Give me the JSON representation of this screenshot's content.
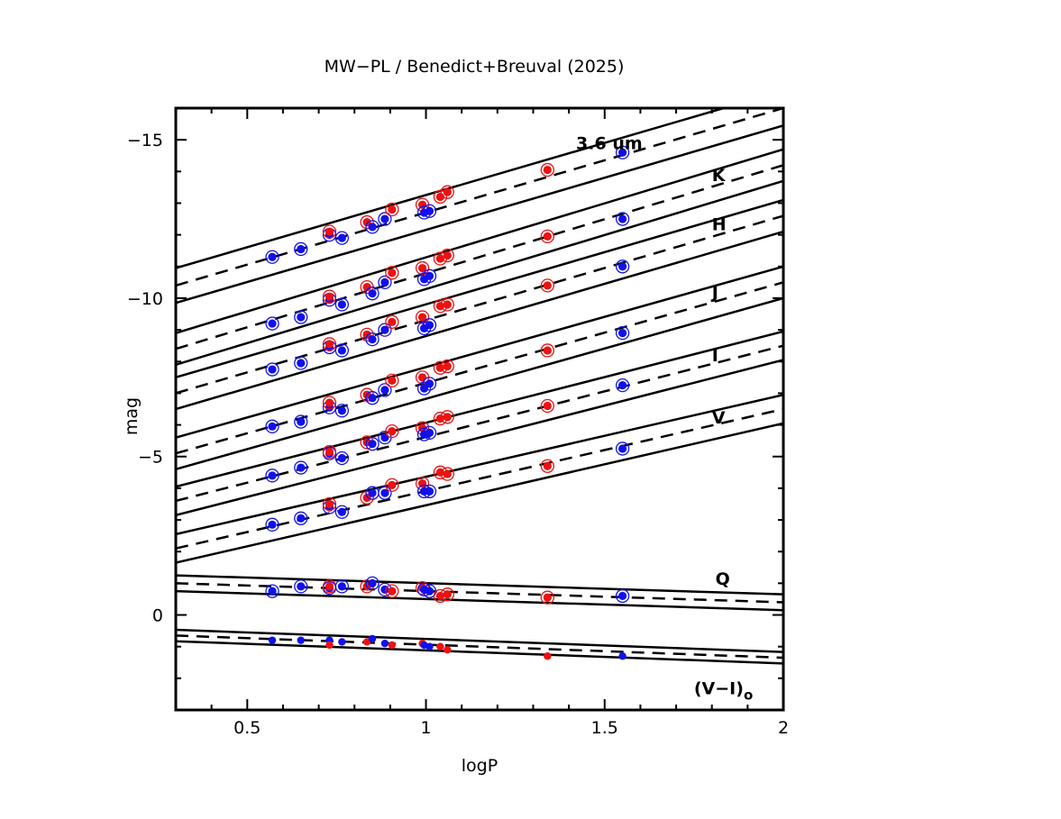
{
  "chart_data": {
    "type": "scatter",
    "title": "MW−PL / Benedict+Breuval (2025)",
    "xlabel": "logP",
    "ylabel": "mag",
    "xlim": [
      0.3,
      2.0
    ],
    "ylim": [
      3.0,
      -16.0
    ],
    "y_inverted": true,
    "x_ticks": [
      {
        "v": 0.5,
        "label": "0.5"
      },
      {
        "v": 1.0,
        "label": "1"
      },
      {
        "v": 1.5,
        "label": "1.5"
      },
      {
        "v": 2.0,
        "label": "2"
      }
    ],
    "y_ticks": [
      {
        "v": -15,
        "label": "−15"
      },
      {
        "v": -10,
        "label": "−10"
      },
      {
        "v": -5,
        "label": "−5"
      },
      {
        "v": 0,
        "label": "0"
      }
    ],
    "x_minor_step": 0.1,
    "y_minor_step": 1,
    "colors": {
      "red_points": "#ee1111",
      "blue_points": "#1111ee",
      "lines": "#000000"
    },
    "relations": [
      {
        "label": "3.6 um",
        "fit": [
          [
            0.3,
            -10.4
          ],
          [
            2.0,
            -16.0
          ]
        ],
        "band": 0.55
      },
      {
        "label": "K",
        "fit": [
          [
            0.3,
            -8.4
          ],
          [
            2.0,
            -14.2
          ]
        ],
        "band": 0.5
      },
      {
        "label": "H",
        "fit": [
          [
            0.3,
            -7.0
          ],
          [
            2.0,
            -12.6
          ]
        ],
        "band": 0.5
      },
      {
        "label": "J",
        "fit": [
          [
            0.3,
            -5.1
          ],
          [
            2.0,
            -10.5
          ]
        ],
        "band": 0.5
      },
      {
        "label": "I",
        "fit": [
          [
            0.3,
            -3.6
          ],
          [
            2.0,
            -8.5
          ]
        ],
        "band": 0.45
      },
      {
        "label": "V",
        "fit": [
          [
            0.3,
            -2.1
          ],
          [
            2.0,
            -6.5
          ]
        ],
        "band": 0.45
      },
      {
        "label": "Q",
        "fit": [
          [
            0.3,
            -1.0
          ],
          [
            2.0,
            -0.4
          ]
        ],
        "band": 0.25
      },
      {
        "label": "(V−I)",
        "label_sub": "o",
        "fit": [
          [
            0.3,
            0.65
          ],
          [
            2.0,
            1.35
          ]
        ],
        "band": 0.18
      }
    ],
    "stars": [
      {
        "logP": 0.57,
        "color": "blue"
      },
      {
        "logP": 0.65,
        "color": "blue"
      },
      {
        "logP": 0.73,
        "color": "blue"
      },
      {
        "logP": 0.73,
        "color": "red"
      },
      {
        "logP": 0.765,
        "color": "blue"
      },
      {
        "logP": 0.835,
        "color": "red"
      },
      {
        "logP": 0.85,
        "color": "blue"
      },
      {
        "logP": 0.885,
        "color": "blue"
      },
      {
        "logP": 0.905,
        "color": "red"
      },
      {
        "logP": 0.99,
        "color": "red"
      },
      {
        "logP": 0.995,
        "color": "blue"
      },
      {
        "logP": 1.01,
        "color": "blue"
      },
      {
        "logP": 1.04,
        "color": "red"
      },
      {
        "logP": 1.06,
        "color": "red"
      },
      {
        "logP": 1.34,
        "color": "red"
      },
      {
        "logP": 1.55,
        "color": "blue"
      }
    ],
    "series": [
      {
        "label_ref": "3.6 um",
        "y": [
          -11.3,
          -11.55,
          -12.0,
          -12.1,
          -11.9,
          -12.4,
          -12.25,
          -12.5,
          -12.8,
          -12.95,
          -12.7,
          -12.75,
          -13.2,
          -13.35,
          -14.05,
          -14.6
        ]
      },
      {
        "label_ref": "K",
        "y": [
          -9.2,
          -9.4,
          -9.95,
          -10.05,
          -9.8,
          -10.35,
          -10.15,
          -10.5,
          -10.8,
          -10.95,
          -10.6,
          -10.7,
          -11.25,
          -11.35,
          -11.95,
          -12.5
        ]
      },
      {
        "label_ref": "H",
        "y": [
          -7.75,
          -7.95,
          -8.45,
          -8.55,
          -8.35,
          -8.85,
          -8.7,
          -9.0,
          -9.25,
          -9.4,
          -9.05,
          -9.15,
          -9.75,
          -9.8,
          -10.4,
          -11.0
        ]
      },
      {
        "label_ref": "J",
        "y": [
          -5.95,
          -6.1,
          -6.55,
          -6.7,
          -6.45,
          -6.95,
          -6.85,
          -7.1,
          -7.4,
          -7.5,
          -7.15,
          -7.3,
          -7.8,
          -7.85,
          -8.35,
          -8.9
        ]
      },
      {
        "label_ref": "I",
        "y": [
          -4.4,
          -4.65,
          -5.1,
          -5.15,
          -4.95,
          -5.45,
          -5.4,
          -5.6,
          -5.8,
          -5.9,
          -5.7,
          -5.75,
          -6.2,
          -6.25,
          -6.6,
          -7.25
        ]
      },
      {
        "label_ref": "V",
        "y": [
          -2.85,
          -3.05,
          -3.4,
          -3.5,
          -3.25,
          -3.7,
          -3.85,
          -3.85,
          -4.1,
          -4.15,
          -3.9,
          -3.9,
          -4.5,
          -4.45,
          -4.7,
          -5.25
        ]
      },
      {
        "label_ref": "Q",
        "y": [
          -0.75,
          -0.9,
          -0.85,
          -0.9,
          -0.9,
          -0.9,
          -1.0,
          -0.8,
          -0.75,
          -0.85,
          -0.8,
          -0.75,
          -0.6,
          -0.65,
          -0.55,
          -0.6
        ]
      },
      {
        "label_ref": "(V−I)o",
        "y": [
          0.8,
          0.8,
          0.8,
          0.95,
          0.85,
          0.85,
          0.75,
          0.9,
          0.95,
          0.9,
          0.95,
          1.0,
          1.0,
          1.1,
          1.3,
          1.3
        ]
      }
    ]
  }
}
